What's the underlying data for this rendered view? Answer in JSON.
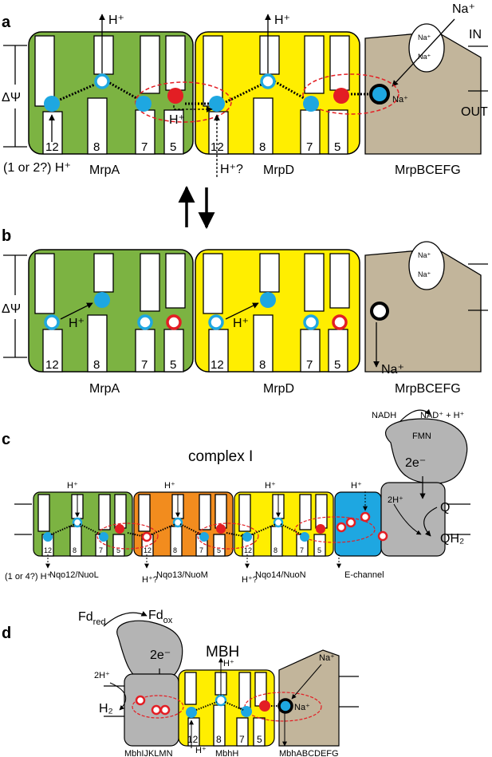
{
  "panels": {
    "a": {
      "label": "a",
      "membrane_potential": "ΔΨ",
      "side_in": "IN",
      "side_out": "OUT",
      "na_top": "Na⁺",
      "na_oval_1": "Na⁺",
      "na_oval_2": "Na⁺",
      "na_bound": "Na⁺",
      "subunits": [
        "MrpA",
        "MrpD",
        "MrpBCEFG"
      ],
      "helix_numbers_a": [
        "12",
        "8",
        "7",
        "5"
      ],
      "helix_numbers_d": [
        "12",
        "8",
        "7",
        "5"
      ],
      "h_out_a": "H⁺",
      "h_out_d": "H⁺",
      "h_transfer": "H⁺",
      "h_in_a": "(1 or 2?) H⁺",
      "h_in_d": "H⁺?"
    },
    "b": {
      "label": "b",
      "membrane_potential": "ΔΨ",
      "na_oval_1": "Na⁺",
      "na_oval_2": "Na⁺",
      "na_release": "Na⁺",
      "subunits": [
        "MrpA",
        "MrpD",
        "MrpBCEFG"
      ],
      "helix_numbers_a": [
        "12",
        "8",
        "7",
        "5"
      ],
      "helix_numbers_d": [
        "12",
        "8",
        "7",
        "5"
      ],
      "h_a": "H⁺",
      "h_d": "H⁺"
    },
    "c": {
      "label": "c",
      "title": "complex I",
      "nadh": "NADH",
      "nad": "NAD⁺ + H⁺",
      "fmn": "FMN",
      "electrons": "2e⁻",
      "two_h": "2H⁺",
      "q": "Q",
      "qh2": "QH₂",
      "subunits": [
        "Nqo12/NuoL",
        "Nqo13/NuoM",
        "Nqo14/NuoN",
        "E-channel"
      ],
      "helix_numbers": [
        "12",
        "8",
        "7",
        "5"
      ],
      "h_plus": "H⁺",
      "h_plus_q": "H⁺?",
      "h_in_first": "(1 or 4?) H⁺"
    },
    "d": {
      "label": "d",
      "title": "MBH",
      "fd_red": "Fd",
      "fd_red_sub": "red",
      "fd_ox": "Fd",
      "fd_ox_sub": "ox",
      "electrons": "2e⁻",
      "two_h": "2H⁺",
      "h2": "H₂",
      "na_in": "Na⁺",
      "na_bound": "Na⁺",
      "h_out": "H⁺",
      "h_in": "H⁺",
      "subunits": [
        "MbhIJKLMN",
        "MbhH",
        "MbhABCDEFG"
      ],
      "helix_numbers": [
        "12",
        "8",
        "7",
        "5"
      ]
    }
  },
  "colors": {
    "green": "#7cb342",
    "yellow": "#ffee00",
    "orange": "#f28c1e",
    "blue": "#1ea7e1",
    "tan": "#c2b59b",
    "gray": "#b4b4b4",
    "red": "#e31e24",
    "cyan_ring": "#1ea7e1"
  }
}
